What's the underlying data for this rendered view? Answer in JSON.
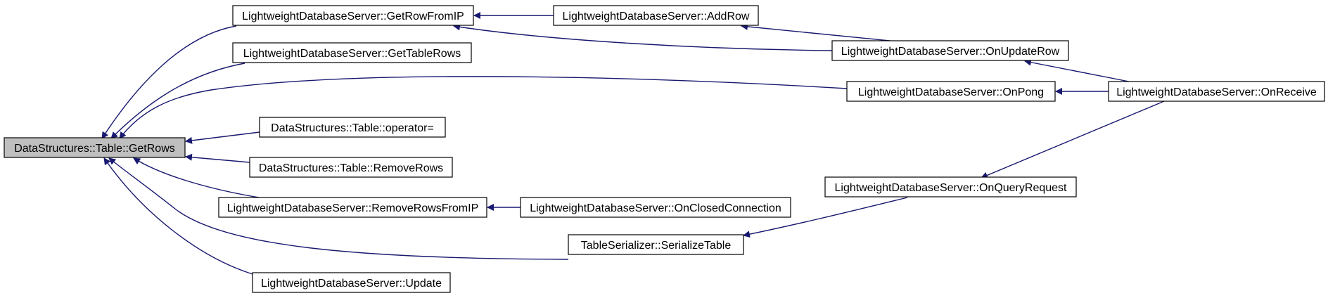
{
  "diagram": {
    "edge_color": "#191970",
    "node_fill": "#ffffff",
    "root_fill": "#bfbfbf",
    "nodes": [
      {
        "id": "n0",
        "label": "DataStructures::Table::GetRows",
        "root": true
      },
      {
        "id": "n1",
        "label": "LightweightDatabaseServer::GetRowFromIP"
      },
      {
        "id": "n2",
        "label": "LightweightDatabaseServer::GetTableRows"
      },
      {
        "id": "n3",
        "label": "DataStructures::Table::operator="
      },
      {
        "id": "n4",
        "label": "DataStructures::Table::RemoveRows"
      },
      {
        "id": "n5",
        "label": "LightweightDatabaseServer::RemoveRowsFromIP"
      },
      {
        "id": "n6",
        "label": "TableSerializer::SerializeTable"
      },
      {
        "id": "n7",
        "label": "LightweightDatabaseServer::Update"
      },
      {
        "id": "n8",
        "label": "LightweightDatabaseServer::AddRow"
      },
      {
        "id": "n9",
        "label": "LightweightDatabaseServer::OnUpdateRow"
      },
      {
        "id": "n10",
        "label": "LightweightDatabaseServer::OnPong"
      },
      {
        "id": "n11",
        "label": "LightweightDatabaseServer::OnReceive"
      },
      {
        "id": "n12",
        "label": "LightweightDatabaseServer::OnClosedConnection"
      },
      {
        "id": "n13",
        "label": "LightweightDatabaseServer::OnQueryRequest"
      }
    ],
    "edges": [
      {
        "from": "n1",
        "to": "n0"
      },
      {
        "from": "n2",
        "to": "n0"
      },
      {
        "from": "n10",
        "to": "n0"
      },
      {
        "from": "n3",
        "to": "n0"
      },
      {
        "from": "n4",
        "to": "n0"
      },
      {
        "from": "n5",
        "to": "n0"
      },
      {
        "from": "n6",
        "to": "n0"
      },
      {
        "from": "n7",
        "to": "n0"
      },
      {
        "from": "n8",
        "to": "n1"
      },
      {
        "from": "n9",
        "to": "n1"
      },
      {
        "from": "n9",
        "to": "n8"
      },
      {
        "from": "n11",
        "to": "n9"
      },
      {
        "from": "n11",
        "to": "n10"
      },
      {
        "from": "n11",
        "to": "n13"
      },
      {
        "from": "n12",
        "to": "n5"
      },
      {
        "from": "n13",
        "to": "n6"
      }
    ]
  }
}
